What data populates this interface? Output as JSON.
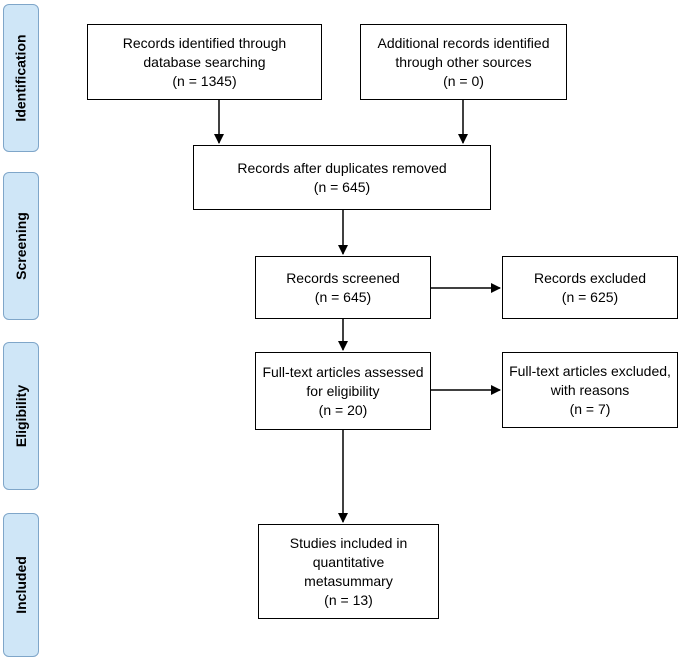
{
  "phases": [
    "Identification",
    "Screening",
    "Eligibility",
    "Included"
  ],
  "boxes": {
    "database_records": [
      "Records identified through",
      "database searching",
      "(n = 1345)"
    ],
    "other_records": [
      "Additional records identified",
      "through other sources",
      "(n = 0)"
    ],
    "after_duplicates": [
      "Records after duplicates removed",
      "(n = 645)"
    ],
    "screened": [
      "Records screened",
      "(n = 645)"
    ],
    "excluded": [
      "Records excluded",
      "(n = 625)"
    ],
    "fulltext_assessed": [
      "Full-text articles assessed",
      "for eligibility",
      "(n = 20)"
    ],
    "fulltext_excluded": [
      "Full-text articles excluded,",
      "with reasons",
      "(n = 7)"
    ],
    "included": [
      "Studies included in",
      "quantitative",
      "metasummary",
      "(n = 13)"
    ]
  }
}
